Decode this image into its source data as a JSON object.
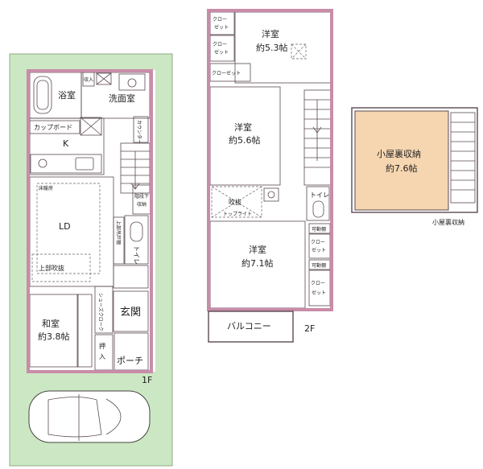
{
  "colors": {
    "lot_green": "#cce7c3",
    "wall_pink": "#c98ca8",
    "closet_pink": "#f7dde7",
    "toilet_blue": "#cde9f2",
    "attic_tan": "#f6d6b0",
    "floor_wood": "#c9a06a",
    "wall_dark": "#5a4a52"
  },
  "floor1": {
    "label": "1F",
    "rooms": {
      "bath": "浴室",
      "washroom": "洗面室",
      "cupboard": "カップボード",
      "kitchen": "K",
      "counter": "カウンター",
      "stairs_storage": "階段下\n収納",
      "floor_heating": "床暖房",
      "ld": "LD",
      "open_above": "上部吹抜",
      "upper_hanging": "上部吊戸棚",
      "toilet": "トイレ",
      "shoes_closet": "シューズクローク",
      "entrance": "玄関",
      "japanese_room": "和室",
      "japanese_room_size": "約3.8帖",
      "oshiire": "押入",
      "porch": "ポーチ",
      "stock": "収入"
    }
  },
  "floor2": {
    "label": "2F",
    "rooms": {
      "closet1": "クロー\nゼット",
      "closet2": "クロー\nゼット",
      "closet_wide": "クローゼット",
      "western1": "洋室",
      "western1_size": "約5.3帖",
      "western2": "洋室",
      "western2_size": "約5.6帖",
      "void": "吹抜",
      "toplight": "トップライト",
      "toilet": "トイレ",
      "movable_shelf1": "可動棚",
      "closet3": "クロー\nゼット",
      "movable_shelf2": "可動棚",
      "closet4": "クロー\nゼット",
      "western3": "洋室",
      "western3_size": "約7.1帖",
      "balcony": "バルコニー"
    }
  },
  "attic": {
    "label": "小屋裏収納",
    "room": "小屋裏収納",
    "room_size": "約7.6帖"
  }
}
